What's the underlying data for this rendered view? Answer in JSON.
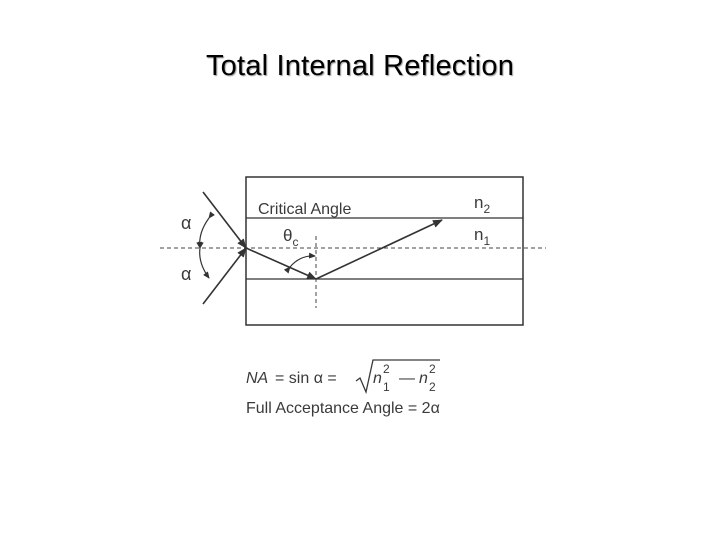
{
  "title": "Total Internal Reflection",
  "diagram": {
    "critical_angle_label": "Critical Angle",
    "n2": "n",
    "n2_sub": "2",
    "n1": "n",
    "n1_sub": "1",
    "alpha": "α",
    "theta": "θ",
    "theta_sub": "c"
  },
  "formula": {
    "na_lhs": "NA",
    "eq1": "= sin α =",
    "n": "n",
    "sup": "2",
    "sub1": "1",
    "minus": "—",
    "sub2": "2",
    "acceptance": "Full Acceptance Angle = 2α"
  }
}
